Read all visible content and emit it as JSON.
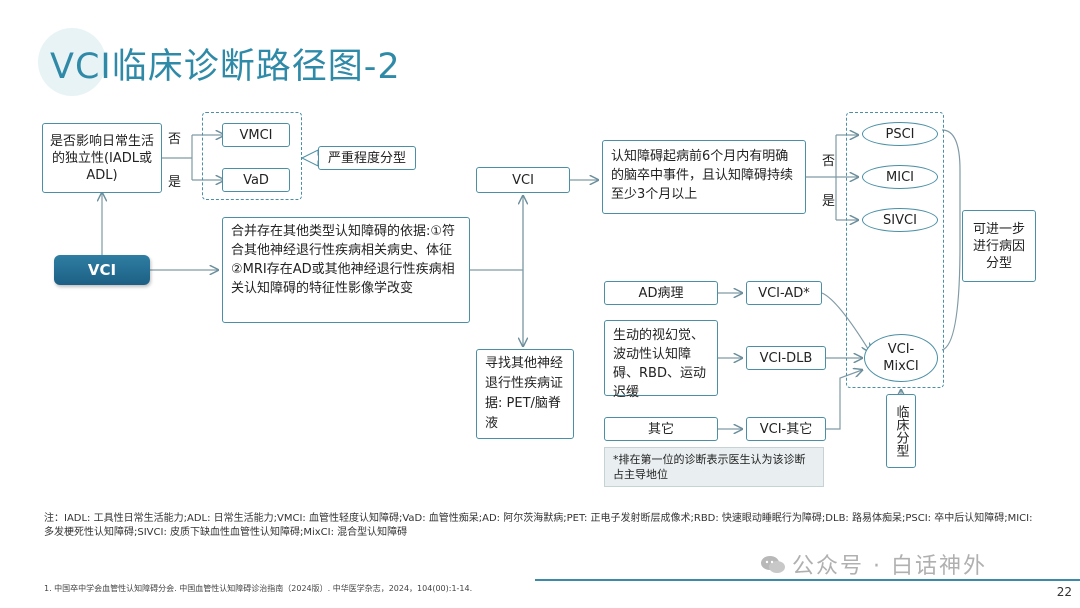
{
  "title": "VCI临床诊断路径图-2",
  "left": {
    "question": "是否影响日常生活的独立性(IADL或ADL)",
    "no_label": "否",
    "yes_label": "是",
    "vmci": "VMCI",
    "vad": "VaD",
    "severity": "严重程度分型",
    "vci": "VCI",
    "evidence": "合并存在其他类型认知障碍的依据:①符合其他神经退行性疾病相关病史、体征②MRI存在AD或其他神经退行性疾病相关认知障碍的特征性影像学改变"
  },
  "middle": {
    "vci": "VCI",
    "search": "寻找其他神经退行性疾病证据: PET/脑脊液"
  },
  "right": {
    "stroke_q": "认知障碍起病前6个月内有明确的脑卒中事件，且认知障碍持续至少3个月以上",
    "no_label": "否",
    "yes_label": "是",
    "psci": "PSCI",
    "mici": "MICI",
    "sivci": "SIVCI",
    "further": "可进一步进行病因分型",
    "ad_path": "AD病理",
    "vci_ad": "VCI-AD*",
    "dlb_features": "生动的视幻觉、波动性认知障碍、RBD、运动迟缓",
    "vci_dlb": "VCI-DLB",
    "other": "其它",
    "vci_other": "VCI-其它",
    "vci_mixci": "VCI-MixCI",
    "clinical": "临床分型",
    "hint": "*排在第一位的诊断表示医生认为该诊断占主导地位"
  },
  "footer": {
    "note": "注：IADL: 工具性日常生活能力;ADL: 日常生活能力;VMCI: 血管性轻度认知障碍;VaD: 血管性痴呆;AD: 阿尔茨海默病;PET: 正电子发射断层成像术;RBD: 快速眼动睡眠行为障碍;DLB: 路易体痴呆;PSCI: 卒中后认知障碍;MICI: 多发梗死性认知障碍;SIVCI: 皮质下缺血性血管性认知障碍;MixCI: 混合型认知障碍",
    "reference": "1.    中国卒中学会血管性认知障碍分会. 中国血管性认知障碍诊治指南（2024版）. 中华医学杂志，2024，104(00):1-14.",
    "watermark": "公众号 · 白话神外",
    "page": "22"
  },
  "colors": {
    "accent": "#2f8aa8",
    "line": "#4a8fa6",
    "pill": "#1d5f85"
  }
}
